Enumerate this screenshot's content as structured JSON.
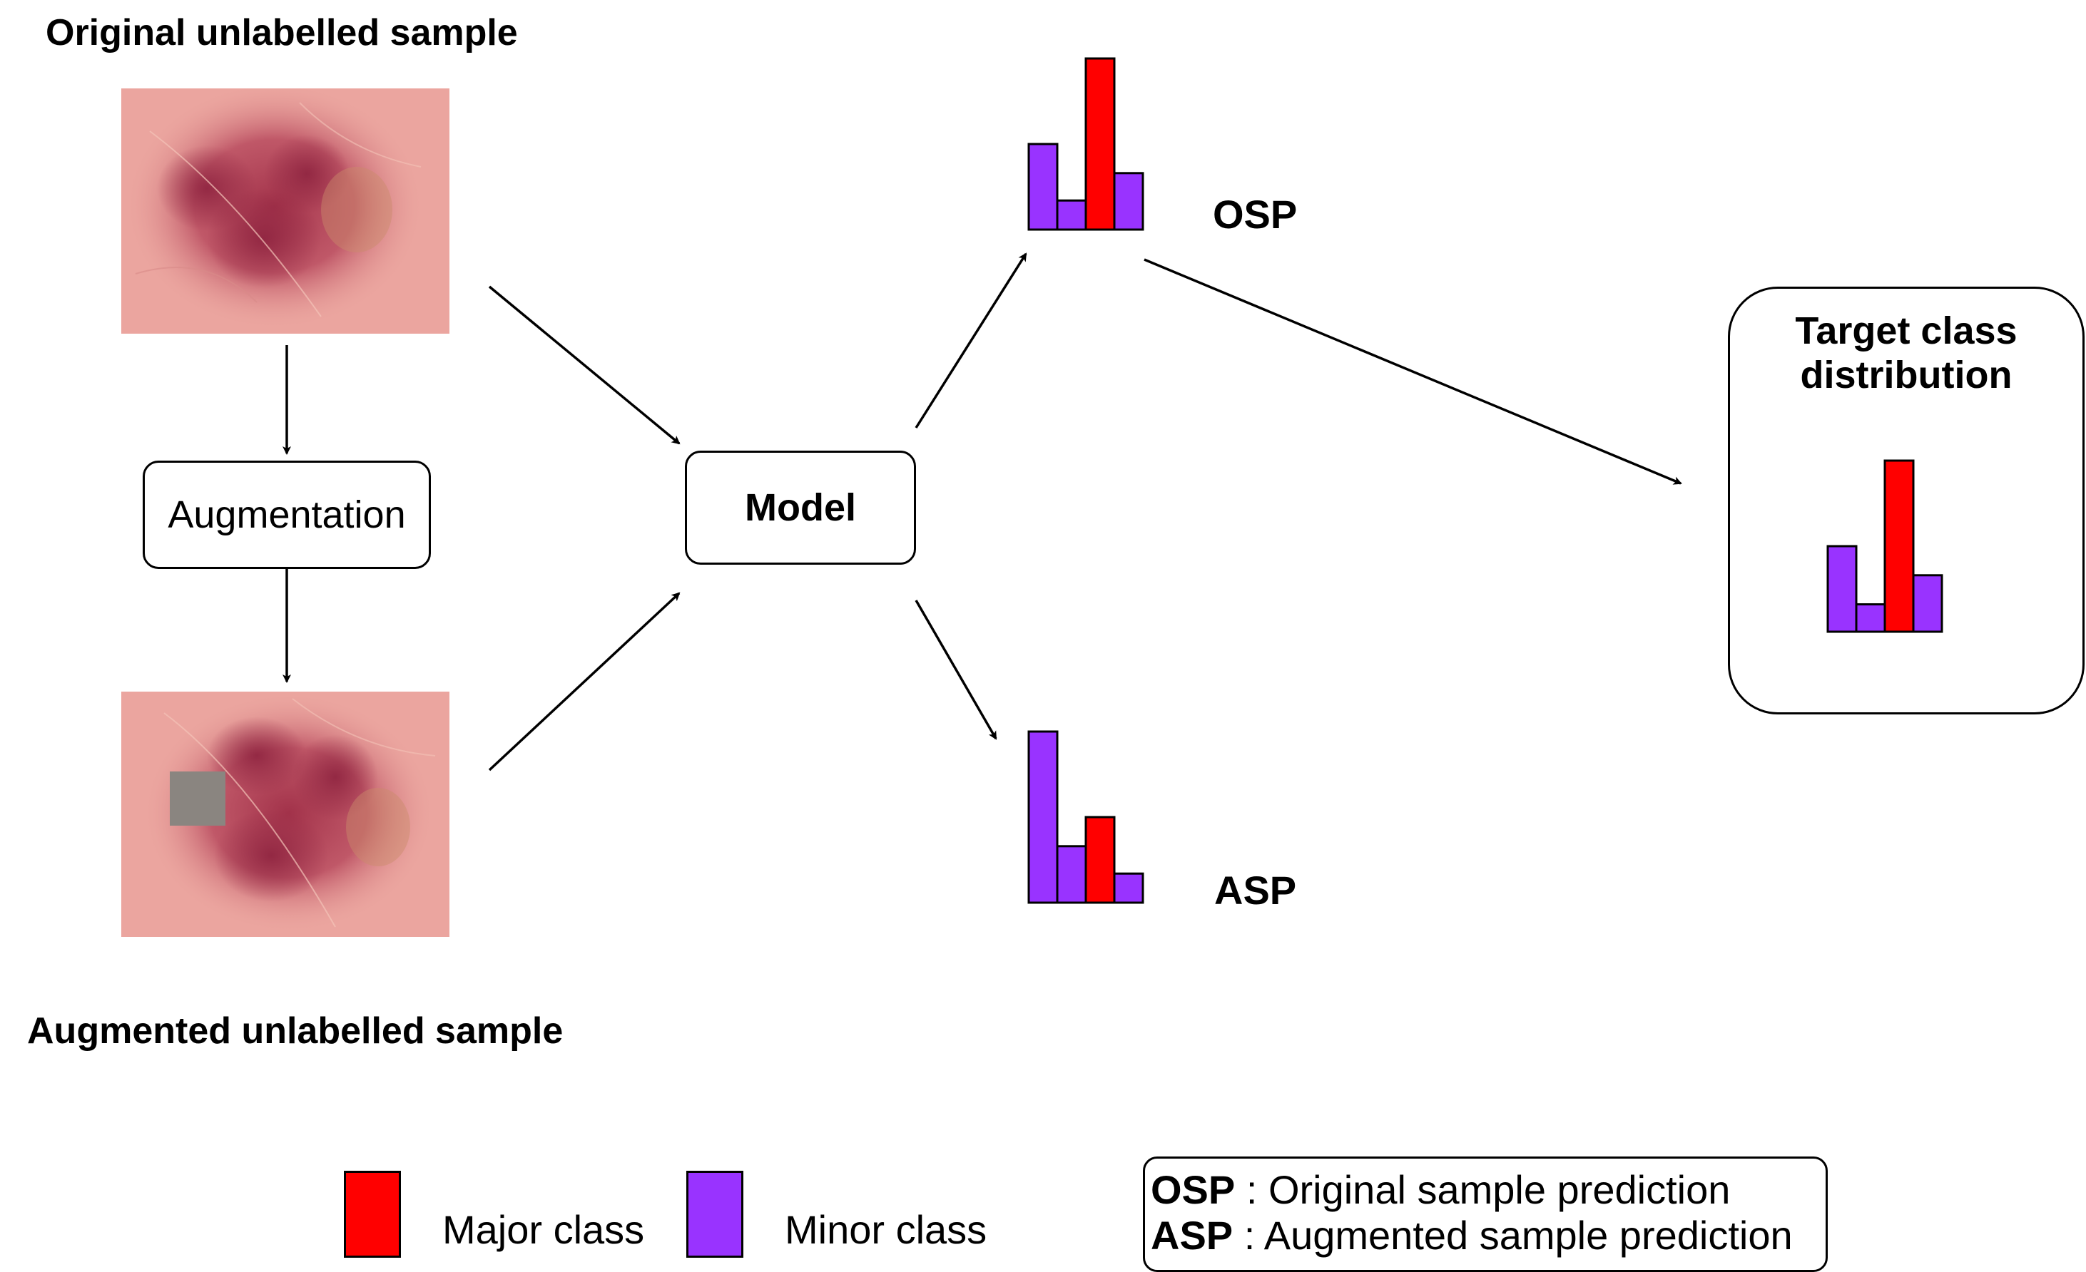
{
  "headings": {
    "original": "Original unlabelled sample",
    "augmented": "Augmented unlabelled sample"
  },
  "nodes": {
    "augmentation": "Augmentation",
    "model": "Model",
    "target_line1": "Target class",
    "target_line2": "distribution"
  },
  "predictions": {
    "osp_label": "OSP",
    "asp_label": "ASP"
  },
  "legend": {
    "major_label": "Major class",
    "minor_label": "Minor class",
    "major_color": "#ff0000",
    "minor_color": "#9933ff"
  },
  "key": {
    "osp_abbr": "OSP",
    "osp_text": " : Original sample prediction",
    "asp_abbr": "ASP",
    "asp_text": " : Augmented sample prediction"
  },
  "histograms": {
    "osp": {
      "values": [
        0.5,
        0.17,
        1.0,
        0.33
      ],
      "classes": [
        "minor",
        "minor",
        "major",
        "minor"
      ]
    },
    "asp": {
      "values": [
        1.0,
        0.33,
        0.5,
        0.17
      ],
      "classes": [
        "minor",
        "minor",
        "major",
        "minor"
      ]
    },
    "target": {
      "values": [
        0.5,
        0.16,
        1.0,
        0.33
      ],
      "classes": [
        "minor",
        "minor",
        "major",
        "minor"
      ]
    }
  }
}
